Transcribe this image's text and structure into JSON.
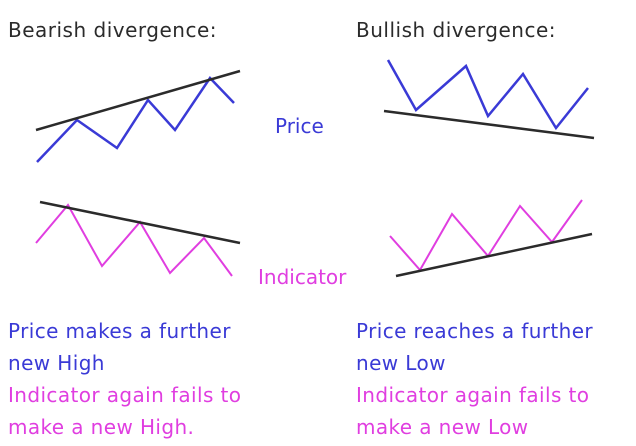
{
  "headings": {
    "bearish": "Bearish divergence:",
    "bullish": "Bullish divergence:"
  },
  "labels": {
    "price": "Price",
    "indicator": "Indicator"
  },
  "descriptions": {
    "bearish": {
      "price_line1": "Price makes a further",
      "price_line2": "new High",
      "indicator_line1": "Indicator again fails to",
      "indicator_line2": "make a new High."
    },
    "bullish": {
      "price_line1": "Price reaches a further",
      "price_line2": "new Low",
      "indicator_line1": "Indicator again fails to",
      "indicator_line2": "make a new Low"
    }
  },
  "colors": {
    "price": "#3a3ad6",
    "indicator": "#e03ee0",
    "trendline": "#2b2b2b",
    "heading_text": "#2b2b2b"
  }
}
